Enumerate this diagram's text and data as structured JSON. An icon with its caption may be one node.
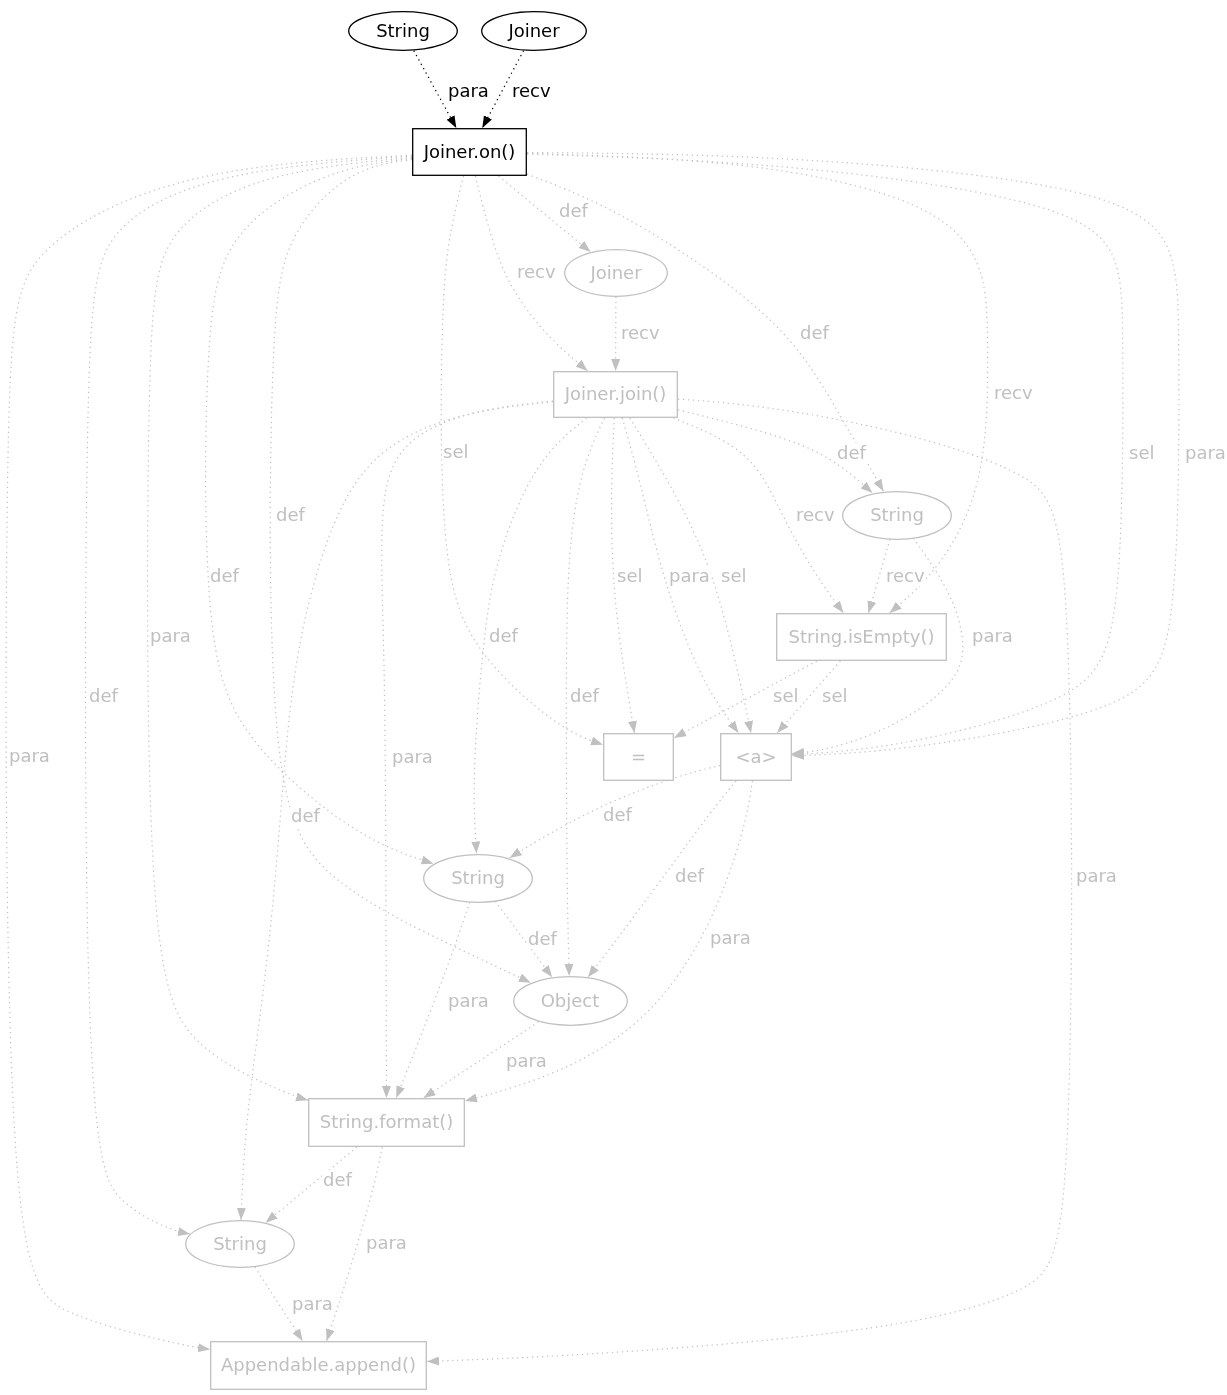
{
  "diagram": {
    "nodes": [
      {
        "text": [
          "String"
        ]
      },
      {
        "text": [
          "Joiner"
        ]
      },
      {
        "text": [
          "Joiner.on()"
        ]
      },
      {
        "text": [
          "Joiner"
        ]
      },
      {
        "text": [
          "Joiner.join()"
        ]
      },
      {
        "text": [
          "String"
        ]
      },
      {
        "text": [
          "String.isEmpty()"
        ]
      },
      {
        "text": [
          "="
        ]
      },
      {
        "text": [
          "<a>"
        ]
      },
      {
        "text": [
          "String"
        ]
      },
      {
        "text": [
          "Object"
        ]
      },
      {
        "text": [
          "String.format()"
        ]
      },
      {
        "text": [
          "String"
        ]
      },
      {
        "text": [
          "Appendable.append()"
        ]
      }
    ],
    "edges": [
      {
        "from": 0,
        "to": 2,
        "arrow": "to",
        "label": "para",
        "color": "#000000"
      },
      {
        "from": 1,
        "to": 2,
        "arrow": "to",
        "label": "recv",
        "color": "#000000"
      },
      {
        "from": 2,
        "to": 3,
        "arrow": "to",
        "label": "def"
      },
      {
        "from": 2,
        "to": 4,
        "arrow": "to",
        "label": "recv"
      },
      {
        "from": 2,
        "to": 5,
        "arrow": "to",
        "label": "def"
      },
      {
        "from": 2,
        "to": 6,
        "arrow": "to",
        "label": "recv"
      },
      {
        "from": 2,
        "to": 7,
        "arrow": "to",
        "label": "sel"
      },
      {
        "from": 2,
        "to": 8,
        "arrow": "to",
        "label": "sel"
      },
      {
        "from": 2,
        "to": 8,
        "arrow": "to",
        "label": "para"
      },
      {
        "from": 2,
        "to": 9,
        "arrow": "to",
        "label": "def"
      },
      {
        "from": 2,
        "to": 10,
        "arrow": "to",
        "label": "def"
      },
      {
        "from": 2,
        "to": 11,
        "arrow": "to",
        "label": "para"
      },
      {
        "from": 2,
        "to": 12,
        "arrow": "to",
        "label": "def"
      },
      {
        "from": 2,
        "to": 13,
        "arrow": "to",
        "label": "para"
      },
      {
        "from": 3,
        "to": 4,
        "arrow": "to",
        "label": "recv"
      },
      {
        "from": 4,
        "to": 5,
        "arrow": "to",
        "label": "def"
      },
      {
        "from": 4,
        "to": 6,
        "arrow": "to",
        "label": "recv"
      },
      {
        "from": 4,
        "to": 7,
        "arrow": "to",
        "label": "sel"
      },
      {
        "from": 4,
        "to": 8,
        "arrow": "to",
        "label": "para"
      },
      {
        "from": 4,
        "to": 8,
        "arrow": "to",
        "label": "sel"
      },
      {
        "from": 4,
        "to": 9,
        "arrow": "to",
        "label": "def"
      },
      {
        "from": 4,
        "to": 10,
        "arrow": "to",
        "label": "def"
      },
      {
        "from": 4,
        "to": 11,
        "arrow": "to",
        "label": "para"
      },
      {
        "from": 4,
        "to": 12,
        "arrow": "to",
        "label": "def"
      },
      {
        "from": 4,
        "to": 13,
        "arrow": "to",
        "label": "para"
      },
      {
        "from": 5,
        "to": 6,
        "arrow": "to",
        "label": "recv"
      },
      {
        "from": 5,
        "to": 8,
        "arrow": "to",
        "label": "para"
      },
      {
        "from": 6,
        "to": 7,
        "arrow": "to",
        "label": "sel"
      },
      {
        "from": 6,
        "to": 8,
        "arrow": "to",
        "label": "sel"
      },
      {
        "from": 8,
        "to": 9,
        "arrow": "to",
        "label": "def"
      },
      {
        "from": 8,
        "to": 10,
        "arrow": "to",
        "label": "def"
      },
      {
        "from": 8,
        "to": 11,
        "arrow": "to",
        "label": "para"
      },
      {
        "from": 9,
        "to": 10,
        "arrow": "to",
        "label": "def"
      },
      {
        "from": 9,
        "to": 11,
        "arrow": "to",
        "label": "para"
      },
      {
        "from": 10,
        "to": 11,
        "arrow": "to",
        "label": "para"
      },
      {
        "from": 11,
        "to": 12,
        "arrow": "to",
        "label": "def"
      },
      {
        "from": 11,
        "to": 13,
        "arrow": "to",
        "label": "para"
      },
      {
        "from": 12,
        "to": 13,
        "arrow": "to",
        "label": "para"
      }
    ]
  }
}
